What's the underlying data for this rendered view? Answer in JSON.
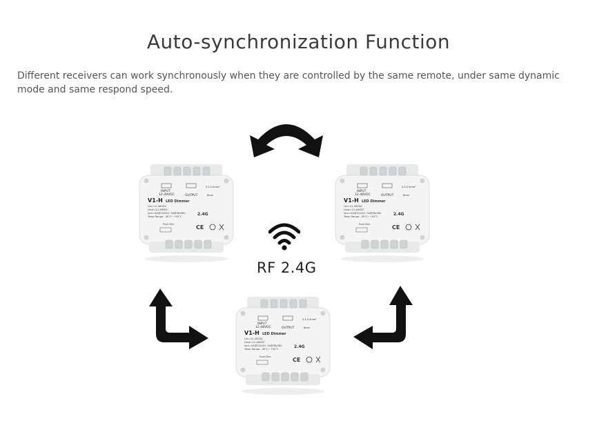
{
  "header": {
    "title": "Auto-synchronization Function",
    "description": "Different receivers can work synchronously when they are controlled by the same remote, under same dynamic mode and same respond speed."
  },
  "center": {
    "rf_label": "RF 2.4G",
    "icon": "wifi-icon"
  },
  "device": {
    "model": "V1-H",
    "subtitle": "LED Dimmer",
    "input_label": "INPUT",
    "input_voltage": "12-48VDC",
    "output_label": "OUTPUT",
    "spec_uin": "Uin=12-48VDC",
    "spec_uout": "Uout=12-48VDC",
    "spec_iout": "Iout=5A@12/24V, 5A@36/48V",
    "spec_temp": "Temp Range: -30°C~+55°C",
    "frequency": "2.4G",
    "push_dim": "Push Dim",
    "wire_spec": "0.5-2.5mm²",
    "strip_len": "8mm"
  },
  "arrows": [
    {
      "icon": "double-arrow-icon"
    },
    {
      "icon": "bent-arrow-left-icon"
    },
    {
      "icon": "bent-arrow-right-icon"
    }
  ],
  "colors": {
    "device_body": "#f4f4f4",
    "terminal": "#cfd3d3",
    "arrow": "#111111",
    "text": "#3a3a3a"
  }
}
